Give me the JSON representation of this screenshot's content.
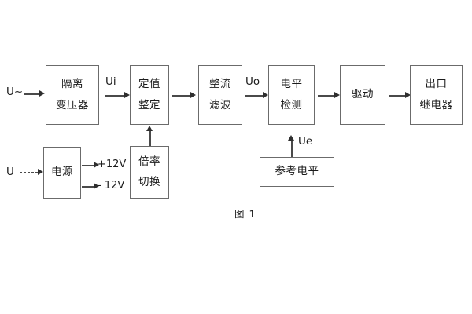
{
  "figure": {
    "caption": "图 1",
    "colors": {
      "box_border": "#6b6b6b",
      "line": "#4a4a4a",
      "arrow_head": "#2e2e2e",
      "text": "#1b1b1b",
      "background": "#ffffff"
    }
  },
  "inputs": {
    "ac_source": "U~",
    "dc_source": "U"
  },
  "signals": {
    "ui": "Ui",
    "uo": "Uo",
    "ue": "Ue",
    "plus12v": "+12V",
    "minus12v": "- 12V"
  },
  "blocks": {
    "isolation_transformer": {
      "line1": "隔离",
      "line2": "变压器"
    },
    "setting_value": {
      "line1": "定值",
      "line2": "整定"
    },
    "rectify_filter": {
      "line1": "整流",
      "line2": "滤波"
    },
    "level_detect": {
      "line1": "电平",
      "line2": "检测"
    },
    "drive": {
      "line1": "驱动"
    },
    "output_relay": {
      "line1": "出口",
      "line2": "继电器"
    },
    "power_supply": {
      "line1": "电源"
    },
    "ratio_switch": {
      "line1": "倍率",
      "line2": "切换"
    },
    "reference_level": {
      "line1": "参考电平"
    }
  }
}
